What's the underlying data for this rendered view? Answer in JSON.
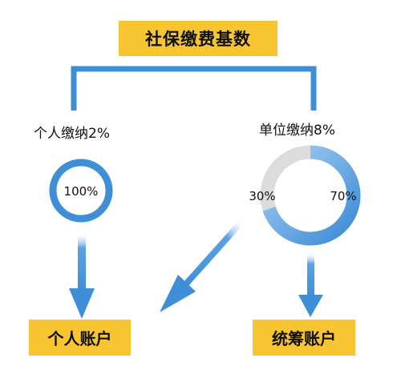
{
  "title": "社保缴费基数",
  "branches": {
    "individual": {
      "label": "个人缴纳2%",
      "ring_value": "100%",
      "ring_share": 1.0
    },
    "employer": {
      "label": "单位缴纳8%",
      "share_gray": "30%",
      "share_blue": "70%",
      "gray_fraction": 0.3,
      "blue_fraction": 0.7
    }
  },
  "accounts": {
    "individual": "个人账户",
    "pooled": "统筹账户"
  },
  "colors": {
    "box_yellow": "#f7c531",
    "blue": "#3f8fd8",
    "gray": "#dcdcdc",
    "ring_light": "#9cc8ef"
  }
}
